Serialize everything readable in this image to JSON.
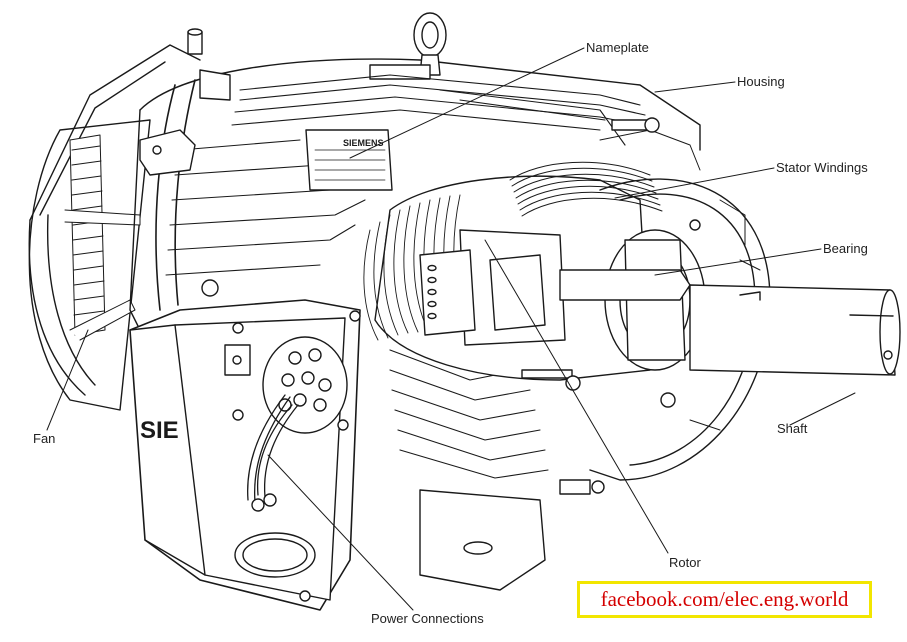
{
  "labels": {
    "nameplate": "Nameplate",
    "housing": "Housing",
    "stator_windings": "Stator Windings",
    "bearing": "Bearing",
    "shaft": "Shaft",
    "fan": "Fan",
    "rotor": "Rotor",
    "power_connections": "Power Connections"
  },
  "brand_marks": {
    "nameplate_brand": "SIEMENS",
    "box_brand": "SIE"
  },
  "credit": "facebook.com/elec.eng.world",
  "colors": {
    "line": "#1a1a1a",
    "credit_text": "#d40000",
    "credit_border": "#f2e600"
  }
}
